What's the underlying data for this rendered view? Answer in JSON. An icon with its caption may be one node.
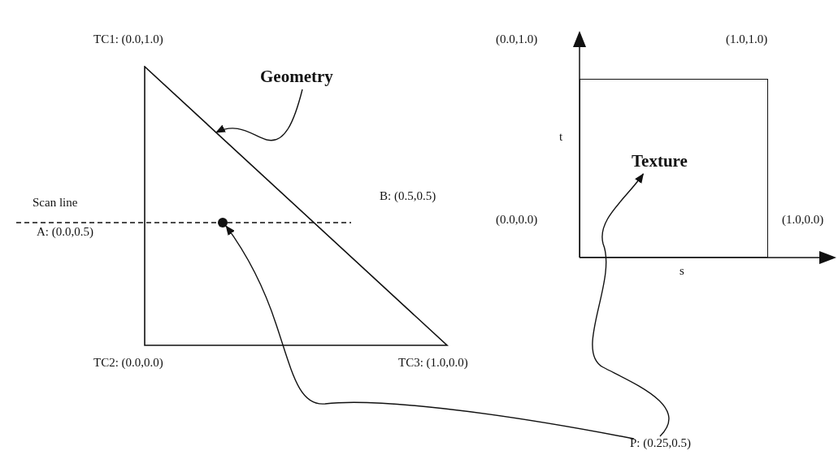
{
  "diagram": {
    "nodes": [
      {
        "text": [
          "Geometry"
        ]
      },
      {
        "text": [],
        "shape": "triangle"
      },
      {
        "text": [],
        "shape": "circle",
        "in": 1
      },
      {
        "text": [],
        "shape": "box"
      },
      {
        "text": [
          "Texture"
        ],
        "in": 3
      },
      {
        "text": [
          "P: (0.25,0.5)"
        ]
      }
    ],
    "edges": [
      {
        "from": 0,
        "to": 1,
        "arrow": "to"
      },
      {
        "from": 5,
        "to": 2,
        "arrow": "to"
      },
      {
        "from": 5,
        "to": 4,
        "arrow": "to"
      }
    ],
    "labels": [
      "TC1: (0.0,1.0)",
      "(0.0,1.0)",
      "(1.0,1.0)",
      "t",
      "B: (0.5,0.5)",
      "Scan line",
      "A: (0.0,0.5)",
      "(0.0,0.0)",
      "(1.0,0.0)",
      "s",
      "TC2: (0.0,0.0)",
      "TC3: (1.0,0.0)"
    ]
  }
}
